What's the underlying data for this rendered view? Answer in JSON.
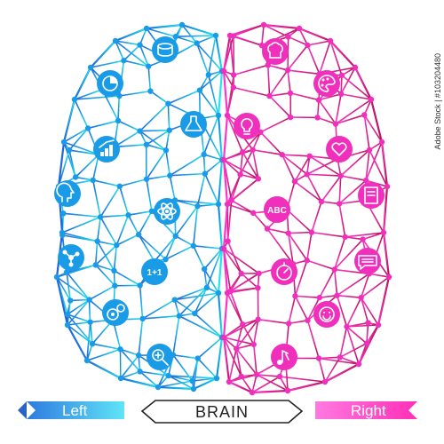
{
  "left_label": "Left",
  "right_label": "Right",
  "center_label": "BRAIN",
  "stock_id": "Adobe Stock | #103204480",
  "colors": {
    "left_gradient_start": "#1f63d8",
    "left_gradient_end": "#21e6ee",
    "right_gradient_start": "#ff35c8",
    "right_gradient_end": "#b8155f",
    "left_node": "#1a9be8",
    "right_node": "#f02fbd"
  },
  "left_icons": [
    {
      "icon": "coins-stack-icon"
    },
    {
      "icon": "pie-chart-icon"
    },
    {
      "icon": "flask-icon"
    },
    {
      "icon": "bar-graph-icon"
    },
    {
      "icon": "puzzle-head-icon"
    },
    {
      "icon": "atom-icon"
    },
    {
      "icon": "molecule-icon"
    },
    {
      "icon": "math-icon",
      "text": "1+1"
    },
    {
      "icon": "gears-icon"
    },
    {
      "icon": "magnifier-icon"
    }
  ],
  "right_icons": [
    {
      "icon": "chef-hat-icon"
    },
    {
      "icon": "palette-icon"
    },
    {
      "icon": "lightbulb-icon"
    },
    {
      "icon": "heart-icon"
    },
    {
      "icon": "abc-icon",
      "text": "ABC"
    },
    {
      "icon": "book-icon"
    },
    {
      "icon": "stopwatch-icon"
    },
    {
      "icon": "speech-bubble-icon"
    },
    {
      "icon": "smiley-icon"
    },
    {
      "icon": "music-note-icon"
    }
  ]
}
